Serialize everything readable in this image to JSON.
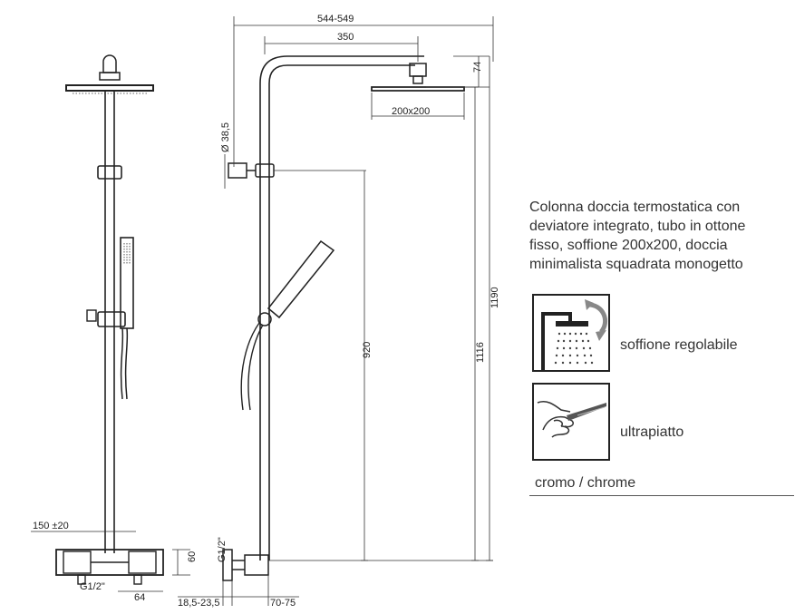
{
  "description": {
    "lines": [
      "Colonna doccia termostatica con",
      "deviatore integrato, tubo in ottone",
      "fisso, soffione  200x200, doccia",
      "minimalista squadrata monogetto"
    ]
  },
  "features": [
    {
      "label": "soffione regolabile",
      "icon": "adjustable-shower-head-icon"
    },
    {
      "label": "ultrapiatto",
      "icon": "ultra-flat-icon"
    }
  ],
  "finish": "cromo / chrome",
  "dimensions": {
    "overall_width": "544-549",
    "arm_length": "350",
    "head_size": "200x200",
    "head_height": "74",
    "column_height": "1190",
    "slider_height": "1116",
    "handset_height": "920",
    "bracket_diameter": "Ø 38,5",
    "inlet_offset": "150 ±20",
    "mixer_height": "60",
    "mixer_connection": "G1/2\"",
    "mixer_depth": "64",
    "wall_connection": "G1/2\"",
    "wall_offset": "18,5-23,5",
    "wall_depth": "70-75"
  }
}
